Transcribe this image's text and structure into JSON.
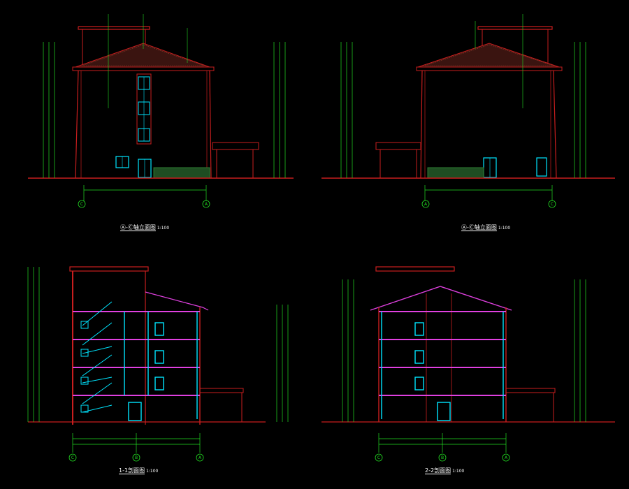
{
  "captions": {
    "elev_left": {
      "text": "Ⓐ-Ⓒ轴立面图",
      "scale": "1:100"
    },
    "elev_right": {
      "text": "Ⓐ-Ⓒ轴立面图",
      "scale": "1:100"
    },
    "sect_1": {
      "text": "1-1剖面图",
      "scale": "1:100"
    },
    "sect_2": {
      "text": "2-2剖面图",
      "scale": "1:100"
    }
  },
  "axis_labels": {
    "elev_left": [
      "C",
      "A"
    ],
    "elev_right": [
      "A",
      "C"
    ],
    "sect_1": [
      "C",
      "B",
      "A"
    ],
    "sect_2": [
      "C",
      "B",
      "A"
    ]
  },
  "colors": {
    "background": "#000000",
    "wall": "#c81e1e",
    "dimension": "#22dd22",
    "glass": "#00e5ff",
    "slab": "#e040e0",
    "text": "#ffffff",
    "roof_hatch": "#8a3a2a",
    "planting": "#2e7d32"
  }
}
